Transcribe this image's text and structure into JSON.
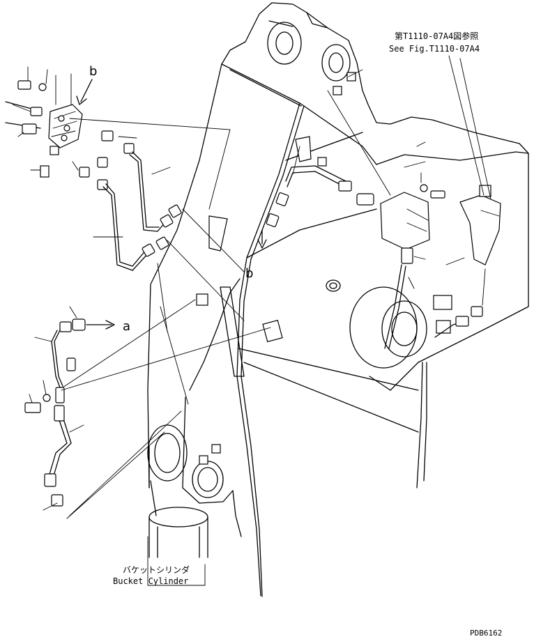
{
  "reference_note": {
    "line_jp": "第T1110-07A4図参照",
    "line_en": "See Fig.T1110-07A4"
  },
  "callouts": {
    "a": "a",
    "b_top": "b",
    "b_mid": "b"
  },
  "bucket_cylinder": {
    "label_jp": "バケットシリンダ",
    "label_en": "Bucket Cylinder"
  },
  "drawing_code": "PDB6162"
}
